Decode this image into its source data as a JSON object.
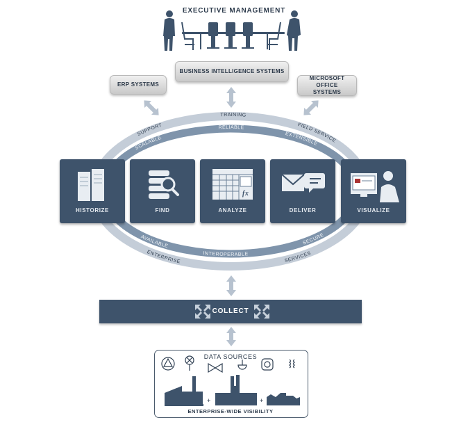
{
  "top": {
    "title": "EXECUTIVE MANAGEMENT"
  },
  "systems": {
    "bi": "BUSINESS INTELLIGENCE SYSTEMS",
    "erp": "ERP SYSTEMS",
    "office": "MICROSOFT OFFICE SYSTEMS"
  },
  "outer_ring": {
    "top": "TRAINING",
    "upper_left": "SUPPORT",
    "upper_right": "FIELD SERVICE",
    "lower_left": "ENTERPRISE",
    "lower_right": "SERVICES"
  },
  "inner_ring": {
    "top": "RELIABLE",
    "upper_left": "SCALABLE",
    "upper_right": "EXTENSIBLE",
    "lower_left": "AVAILABLE",
    "lower_center": "INTEROPERABLE",
    "lower_right": "SECURE"
  },
  "tiles": [
    {
      "label": "HISTORIZE",
      "icon": "server-icon"
    },
    {
      "label": "FIND",
      "icon": "search-database-icon"
    },
    {
      "label": "ANALYZE",
      "icon": "spreadsheet-icon"
    },
    {
      "label": "DELIVER",
      "icon": "mail-chat-icon"
    },
    {
      "label": "VISUALIZE",
      "icon": "user-at-screen-icon"
    }
  ],
  "collect": {
    "label": "COLLECT"
  },
  "data_sources": {
    "title": "DATA SOURCES",
    "footer": "ENTERPRISE-WIDE VISIBILITY",
    "plus": "+"
  },
  "colors": {
    "accent": "#3e536b",
    "ring_light": "#c2ccd8",
    "ring_dark": "#7e93aa",
    "arrow": "#b7c2cf"
  }
}
